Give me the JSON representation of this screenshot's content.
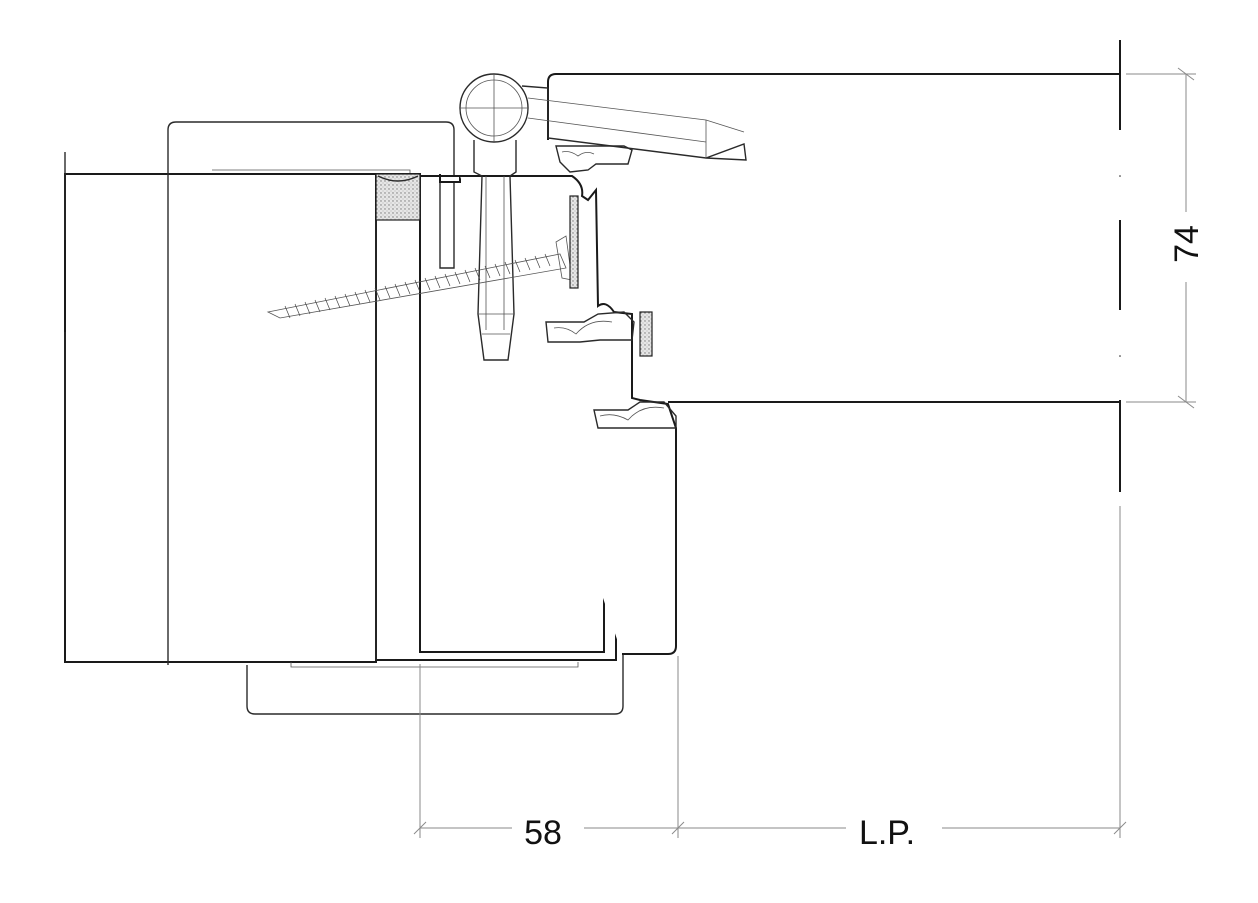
{
  "diagram": {
    "type": "technical-section-drawing",
    "dimensions": {
      "frame_depth": "58",
      "light_passage": "L.P.",
      "leaf_thickness": "74"
    },
    "colors": {
      "line": "#1a1a1a",
      "dimension_line": "#8a8a8a",
      "glue": "#d8d8d8",
      "background": "#ffffff"
    }
  }
}
